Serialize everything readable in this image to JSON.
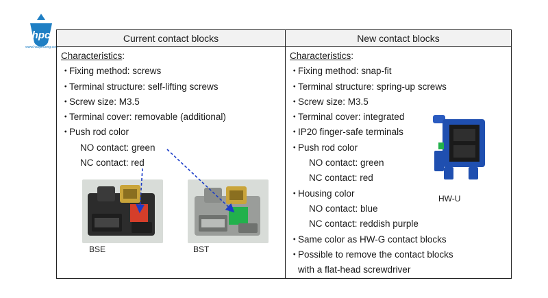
{
  "logo": {
    "text": "hpc",
    "url": "www.haophuong.com"
  },
  "table": {
    "headers": [
      "Current contact blocks",
      "New contact blocks"
    ],
    "current": {
      "title": "Characteristics",
      "title_suffix": ":",
      "bullets": [
        "Fixing method: screws",
        "Terminal structure: self-lifting screws",
        "Screw size: M3.5",
        "Terminal cover: removable (additional)",
        "Push rod color"
      ],
      "sub": [
        "NO contact: green",
        "NC contact: red"
      ],
      "captions": [
        "BSE",
        "BST"
      ]
    },
    "new": {
      "title": "Characteristics",
      "title_suffix": ":",
      "bullets_a": [
        "Fixing method: snap-fit",
        "Terminal structure: spring-up screws",
        "Screw size: M3.5",
        "Terminal cover: integrated",
        "IP20 finger-safe terminals",
        "Push rod color"
      ],
      "push_sub": [
        "NO contact: green",
        "NC contact: red"
      ],
      "housing": "Housing color",
      "housing_sub": [
        "NO contact: blue",
        "NC contact: reddish purple"
      ],
      "bullets_b": [
        "Same color as HW-G contact blocks",
        "Possible to remove the contact blocks"
      ],
      "continuation": "with a flat-head screwdriver",
      "product_caption": "HW-U"
    }
  },
  "colors": {
    "logo_blue": "#1f7fc4",
    "arrow_blue": "#1a3cc8",
    "photo_bg": "#d8dcd8",
    "block_dark": "#2c2c2c",
    "block_gray": "#9a9d9a",
    "screw_gold": "#c9a43a",
    "rod_green": "#22b14c",
    "rod_red": "#e8402a",
    "product_blue": "#1f4fb0"
  },
  "icons": [
    "logo-triangle-icon",
    "arrow-icon"
  ]
}
